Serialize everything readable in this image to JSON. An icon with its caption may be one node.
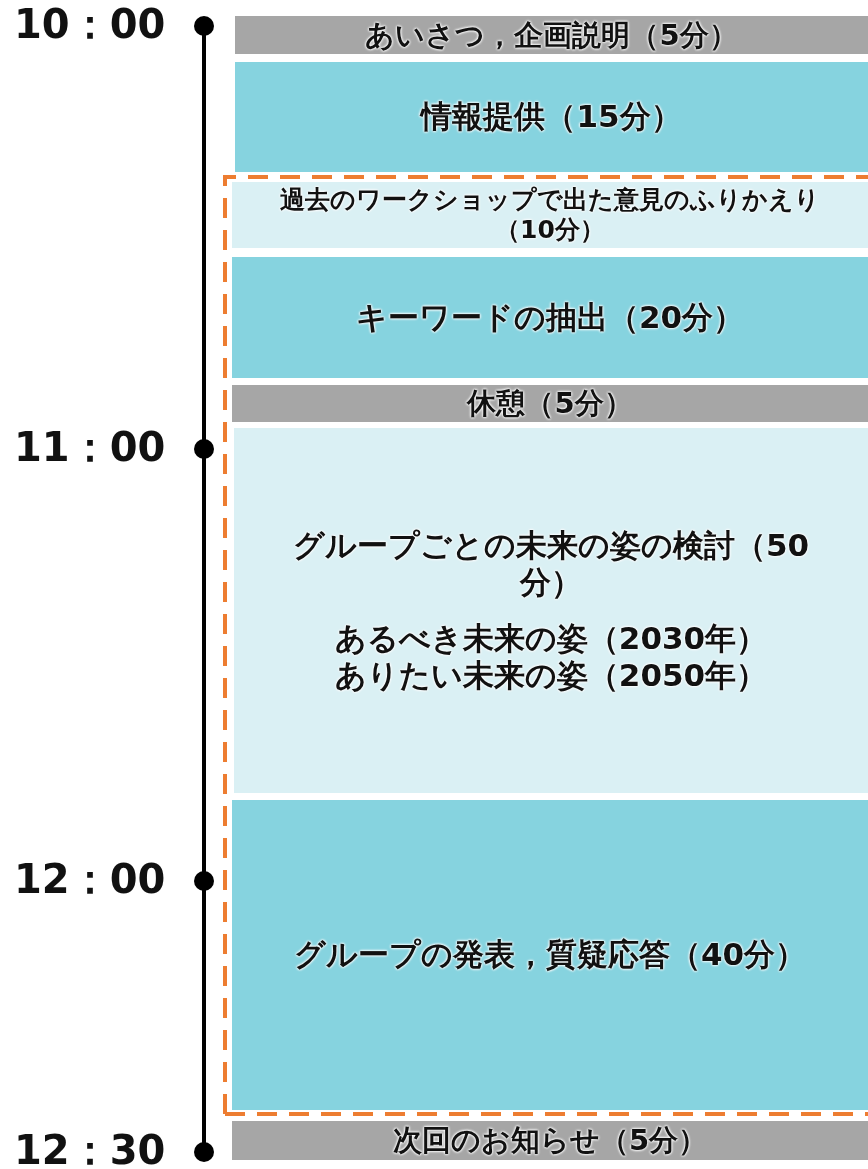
{
  "diagram": {
    "nodes": [
      {
        "text": [
          "あいさつ，企画説明（5分）"
        ]
      },
      {
        "text": [
          "情報提供（15分）"
        ]
      },
      {
        "text": [
          "過去のワークショップで出た意見のふりかえり（10分）"
        ]
      },
      {
        "text": [
          "キーワードの抽出（20分）"
        ]
      },
      {
        "text": [
          "休憩（5分）"
        ]
      },
      {
        "text": [
          "グループごとの未来の姿の検討（50分）",
          "あるべき未来の姿（2030年）",
          "ありたい未来の姿（2050年）"
        ]
      },
      {
        "text": [
          "グループの発表，質疑応答（40分）"
        ]
      },
      {
        "text": [
          "次回のお知らせ（5分）"
        ]
      }
    ],
    "labels": [
      "10：00",
      "11：00",
      "12：00",
      "12：30"
    ]
  }
}
